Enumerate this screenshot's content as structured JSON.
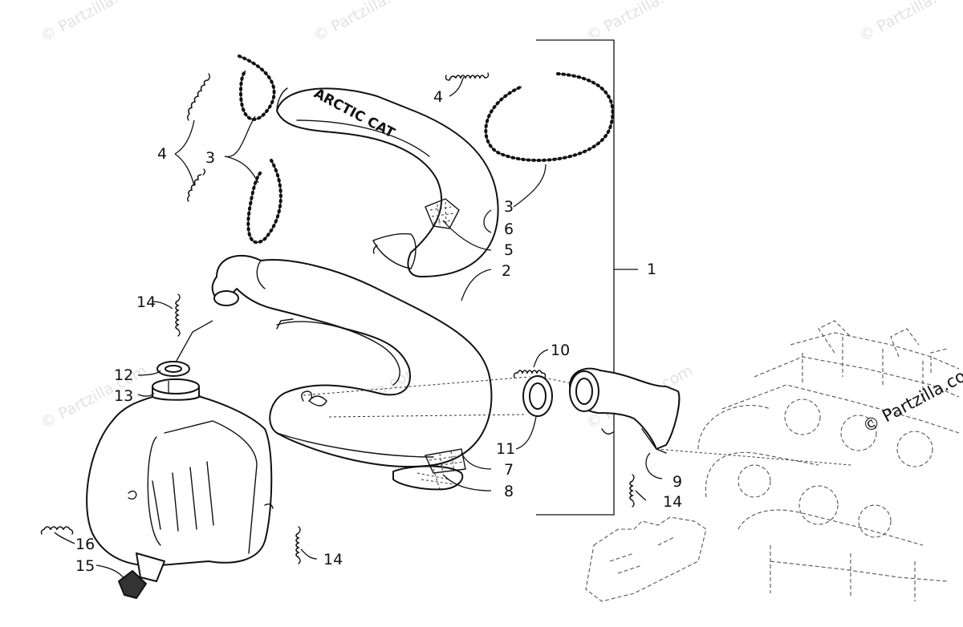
{
  "watermark": {
    "text": "© Partzilla.com",
    "corner_text": "© Partzilla.com"
  },
  "brand_text": "ARCTIC CAT",
  "callouts": [
    {
      "id": "1",
      "text": "1"
    },
    {
      "id": "2",
      "text": "2"
    },
    {
      "id": "3a",
      "text": "3"
    },
    {
      "id": "3b",
      "text": "3"
    },
    {
      "id": "4a",
      "text": "4"
    },
    {
      "id": "4b",
      "text": "4"
    },
    {
      "id": "5",
      "text": "5"
    },
    {
      "id": "6",
      "text": "6"
    },
    {
      "id": "7",
      "text": "7"
    },
    {
      "id": "8",
      "text": "8"
    },
    {
      "id": "9",
      "text": "9"
    },
    {
      "id": "10",
      "text": "10"
    },
    {
      "id": "11",
      "text": "11"
    },
    {
      "id": "12",
      "text": "12"
    },
    {
      "id": "13",
      "text": "13"
    },
    {
      "id": "14a",
      "text": "14"
    },
    {
      "id": "14b",
      "text": "14"
    },
    {
      "id": "14c",
      "text": "14"
    },
    {
      "id": "15",
      "text": "15"
    },
    {
      "id": "16",
      "text": "16"
    }
  ]
}
